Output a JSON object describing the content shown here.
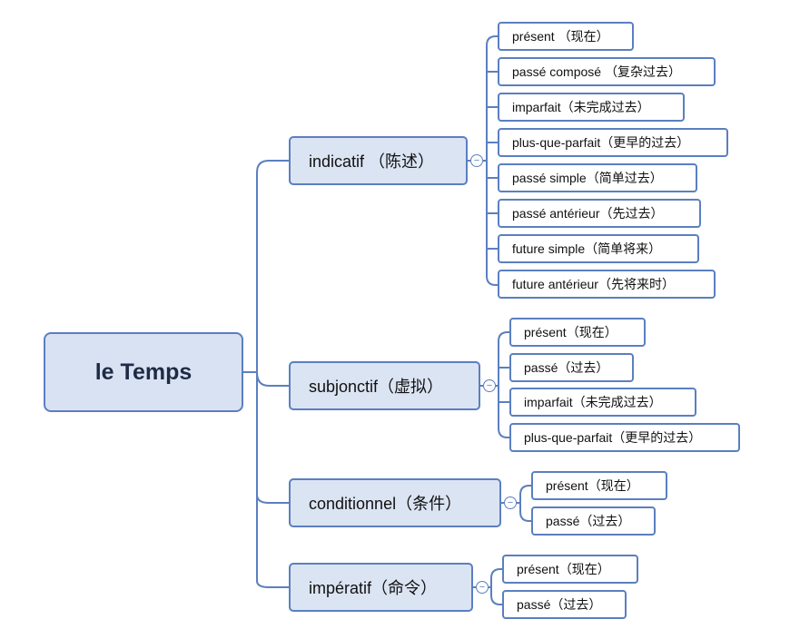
{
  "root": {
    "label": "le Temps"
  },
  "branches": [
    {
      "label": "indicatif （陈述）",
      "toggle": "−",
      "children": [
        "présent （现在）",
        "passé composé （复杂过去）",
        "imparfait（未完成过去）",
        "plus-que-parfait（更早的过去）",
        "passé simple（简单过去）",
        "passé antérieur（先过去）",
        "future simple（简单将来）",
        "future antérieur（先将来时）"
      ]
    },
    {
      "label": "subjonctif（虚拟）",
      "toggle": "−",
      "children": [
        "présent（现在）",
        "passé（过去）",
        "imparfait（未完成过去）",
        "plus-que-parfait（更早的过去）"
      ]
    },
    {
      "label": "conditionnel（条件）",
      "toggle": "−",
      "children": [
        "présent（现在）",
        "passé（过去）"
      ]
    },
    {
      "label": "impératif（命令）",
      "toggle": "−",
      "children": [
        "présent（现在）",
        "passé（过去）"
      ]
    }
  ],
  "colors": {
    "line": "#5b7fc0",
    "root_fill": "#d9e2f3",
    "branch_fill": "#dbe4f3"
  }
}
